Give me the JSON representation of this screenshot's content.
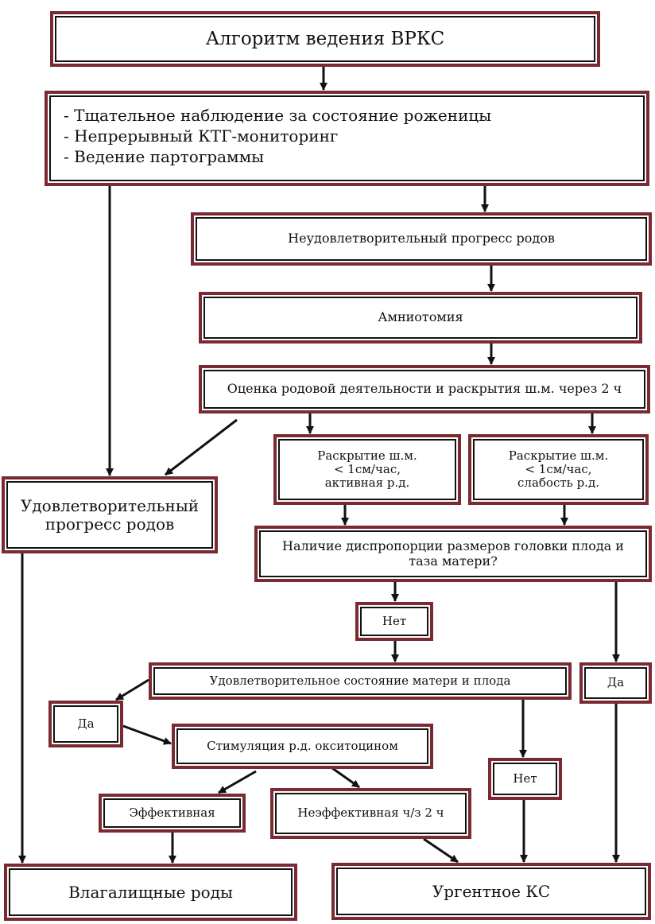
{
  "title": "Алгоритм ведения ВРКС",
  "monitoring": [
    "Тщательное наблюдение за состояние роженицы",
    "Непрерывный КТГ-мониторинг",
    "Ведение партограммы"
  ],
  "unsatisfactory_progress": "Неудовлетворительный прогресс родов",
  "amniotomy": "Амниотомия",
  "assessment": "Оценка родовой деятельности и раскрытия ш.м. через 2 ч",
  "satisfactory_progress": "Удовлетворительный прогресс родов",
  "dilation_active": "Раскрытие ш.м.\n<  1см/час,\nактивная р.д.",
  "dilation_weak": "Раскрытие ш.м.\n< 1см/час,\nслабость р.д.",
  "disproportion": "Наличие диспропорции размеров головки плода и таза матери?",
  "no_1": "Нет",
  "mother_fetus_state": "Удовлетворительное состояние матери и плода",
  "yes_right": "Да",
  "yes_left": "Да",
  "oxytocin": "Стимуляция р.д. окситоцином",
  "no_2": "Нет",
  "effective": "Эффективная",
  "ineffective": "Неэффективная ч/з 2 ч",
  "vaginal_birth": "Влагалищные роды",
  "urgent_cs": "Ургентное КС",
  "colors": {
    "frame": "#7a2a30",
    "line": "#111111"
  }
}
